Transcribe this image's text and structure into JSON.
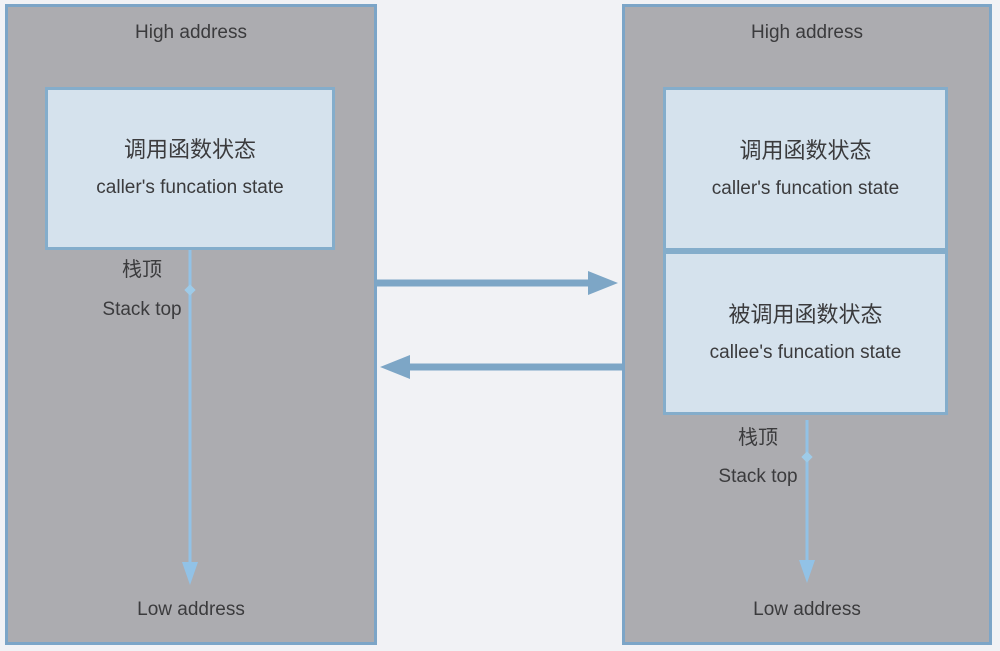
{
  "colors": {
    "page_bg": "#f1f2f5",
    "panel_bg": "#acacb0",
    "panel_border": "#7ca5c7",
    "box_bg": "#d5e2ed",
    "box_border": "#84adcb",
    "h_arrow": "#7da6c6",
    "v_arrow": "#92c2e6",
    "anchor": "#9ecbe8",
    "text": "#3b3b3d"
  },
  "left_panel": {
    "high_address": "High address",
    "caller_box": {
      "title_zh": "调用函数状态",
      "title_en": "caller's funcation state"
    },
    "stack_top_zh": "栈顶",
    "stack_top_en": "Stack top",
    "low_address": "Low address"
  },
  "right_panel": {
    "high_address": "High address",
    "caller_box": {
      "title_zh": "调用函数状态",
      "title_en": "caller's funcation state"
    },
    "callee_box": {
      "title_zh": "被调用函数状态",
      "title_en": "callee's funcation state"
    },
    "stack_top_zh": "栈顶",
    "stack_top_en": "Stack top",
    "low_address": "Low address"
  },
  "arrows": {
    "call_direction": "right",
    "return_direction": "left",
    "stack_growth_direction": "down"
  }
}
